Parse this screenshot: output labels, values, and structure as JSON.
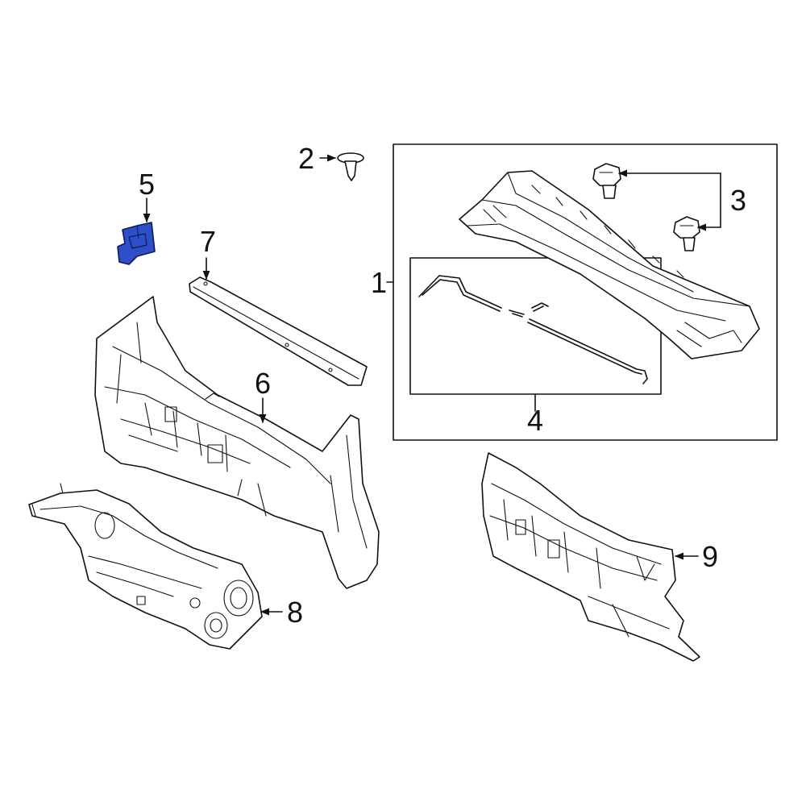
{
  "diagram": {
    "callouts": {
      "c1": "1",
      "c2": "2",
      "c3": "3",
      "c4": "4",
      "c5": "5",
      "c6": "6",
      "c7": "7",
      "c8": "8",
      "c9": "9"
    },
    "colors": {
      "line": "#111111",
      "background": "#ffffff",
      "highlight_fill": "#2f4fc8",
      "highlight_stroke": "#0a1a5a"
    },
    "highlighted_part": "5"
  }
}
